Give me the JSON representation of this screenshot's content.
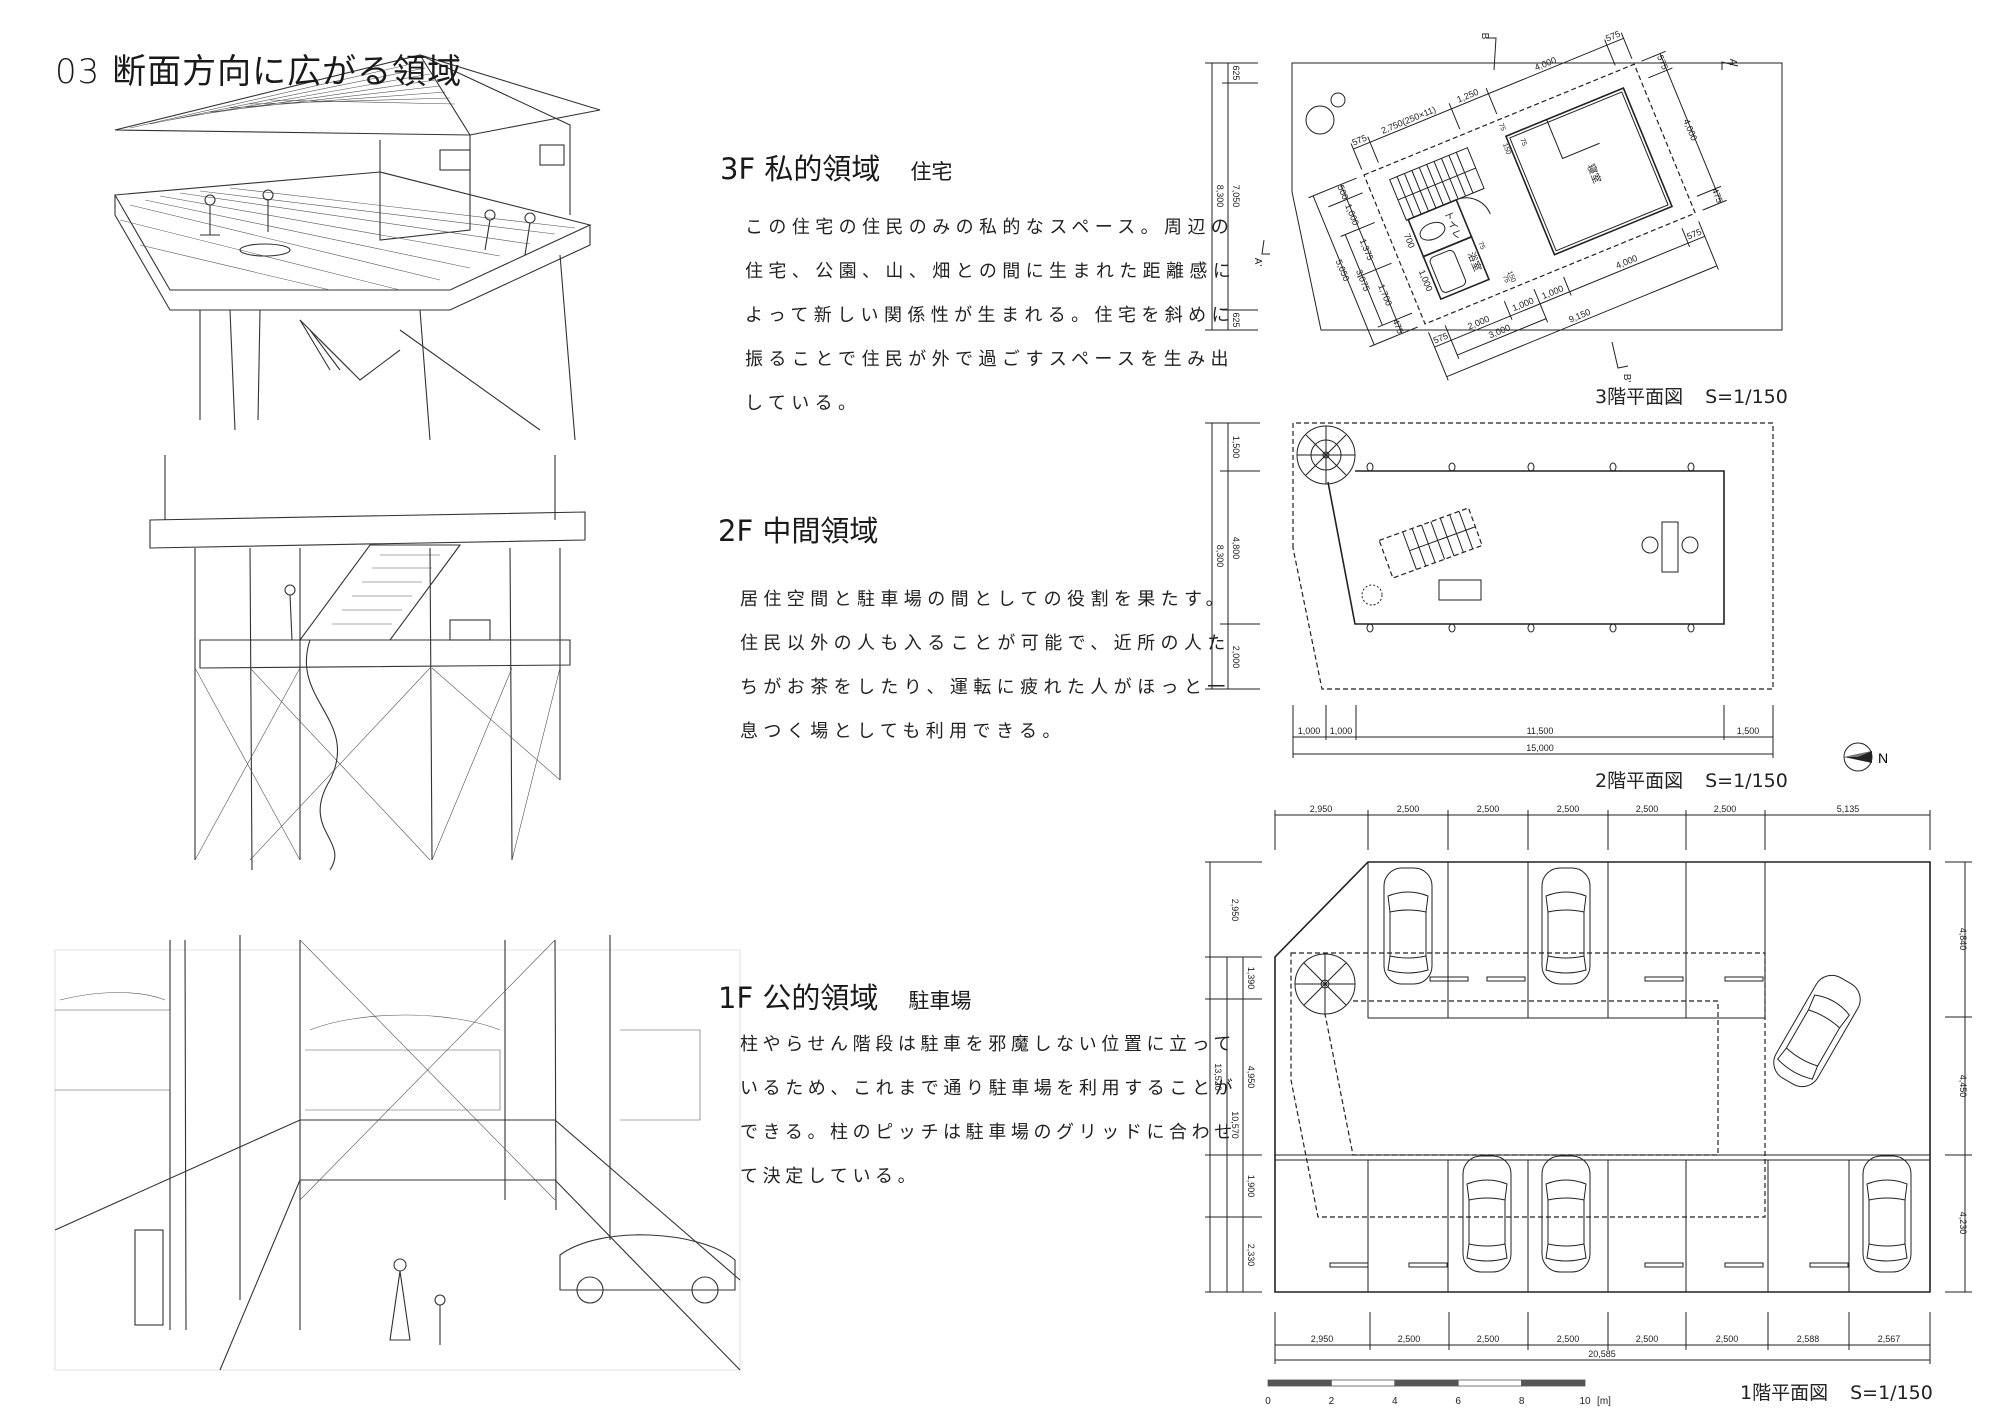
{
  "title": "03 断面方向に広がる領域",
  "sections": [
    {
      "heading": "3F 私的領域",
      "subtitle": "住宅",
      "lines": [
        "この住宅の住民のみの私的なスペース。周辺の",
        "住宅、公園、山、畑との間に生まれた距離感に",
        "よって新しい関係性が生まれる。住宅を斜めに",
        "振ることで住民が外で過ごすスペースを生み出",
        "している。"
      ]
    },
    {
      "heading": "2F 中間領域",
      "subtitle": "",
      "lines": [
        "居住空間と駐車場の間としての役割を果たす。",
        "住民以外の人も入ることが可能で、近所の人た",
        "ちがお茶をしたり、運転に疲れた人がほっと一",
        "息つく場としても利用できる。"
      ]
    },
    {
      "heading": "1F 公的領域",
      "subtitle": "駐車場",
      "lines": [
        "柱やらせん階段は駐車を邪魔しない位置に立って",
        "いるため、これまで通り駐車場を利用することが",
        "できる。柱のピッチは駐車場のグリッドに合わせ",
        "て決定している。"
      ]
    }
  ],
  "plans": {
    "f3": {
      "caption": "3階平面図",
      "scale": "S=1/150",
      "rooms": [
        "トイレ",
        "浴室",
        "寝室"
      ],
      "section_marks": [
        "B",
        "B'",
        "A",
        "A'"
      ],
      "left_dims": [
        "8,300",
        "7,050",
        "625",
        "625"
      ],
      "top_dims": [
        "575",
        "2,750(250×11)",
        "1,250",
        "4,000",
        "575"
      ],
      "bottom_dims": [
        "575",
        "2,000",
        "1,000",
        "1,000",
        "4,000",
        "575",
        "3,000",
        "9,150"
      ],
      "right_dims": [
        "575",
        "4,000",
        "475"
      ],
      "side_dims": [
        "500",
        "1,000",
        "1,375",
        "1,700",
        "475",
        "3,075",
        "5,050",
        "700",
        "1,000"
      ],
      "detail_dims": [
        "75",
        "150",
        "75",
        "75",
        "75",
        "150"
      ]
    },
    "f2": {
      "caption": "2階平面図",
      "scale": "S=1/150",
      "left_dims": [
        "1,500",
        "4,800",
        "2,000",
        "8,300"
      ],
      "bottom_dims": [
        "1,000",
        "1,000",
        "11,500",
        "1,500",
        "15,000"
      ],
      "north": "N"
    },
    "f1": {
      "caption": "1階平面図",
      "scale": "S=1/150",
      "top_dims": [
        "2,950",
        "2,500",
        "2,500",
        "2,500",
        "2,500",
        "2,500",
        "5,135"
      ],
      "bottom_dims": [
        "2,950",
        "2,500",
        "2,500",
        "2,500",
        "2,500",
        "2,500",
        "2,588",
        "2,567"
      ],
      "bottom_total": "20,585",
      "left_dims": [
        "2,950",
        "1,390",
        "4,950",
        "1,900",
        "2,330"
      ],
      "left_sub_total": "10,570",
      "left_total": "13,520",
      "right_dims": [
        "4,840",
        "4,450",
        "4,230"
      ],
      "scale_bar": [
        "0",
        "2",
        "4",
        "6",
        "8",
        "10"
      ],
      "scale_unit": "[m]"
    }
  }
}
